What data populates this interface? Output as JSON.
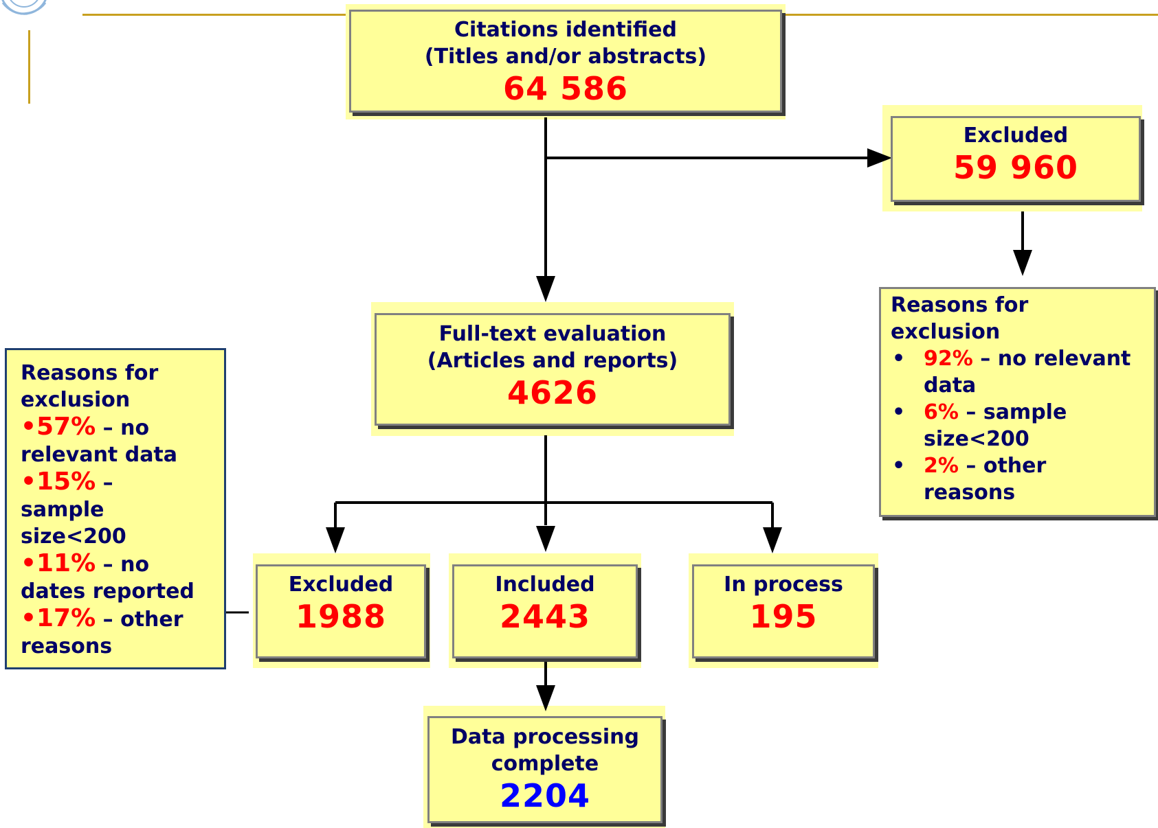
{
  "diagram": {
    "citations": {
      "title_line1": "Citations identified",
      "title_line2": "(Titles and/or abstracts)",
      "value": "64 586"
    },
    "excluded_top": {
      "title": "Excluded",
      "value": "59 960"
    },
    "right_reasons": {
      "heading": "Reasons for exclusion",
      "bullet": "•",
      "items": [
        {
          "pct": "92%",
          "text": "– no relevant data"
        },
        {
          "pct": "6%",
          "text": "– sample size<200"
        },
        {
          "pct": "2%",
          "text": "– other reasons"
        }
      ]
    },
    "fulltext": {
      "title_line1": "Full-text evaluation",
      "title_line2": "(Articles and reports)",
      "value": "4626"
    },
    "excluded_bottom": {
      "title": "Excluded",
      "value": "1988"
    },
    "included": {
      "title": "Included",
      "value": "2443"
    },
    "in_process": {
      "title": "In process",
      "value": "195"
    },
    "data_processing": {
      "title_line1": "Data processing",
      "title_line2": "complete",
      "value": "2204"
    },
    "left_reasons": {
      "heading": "Reasons for exclusion",
      "items": [
        {
          "pct": "•57%",
          "text": "– no relevant data"
        },
        {
          "pct": "•15%",
          "text": "– sample size<200"
        },
        {
          "pct": "•11%",
          "text": "– no dates reported"
        },
        {
          "pct": "•17%",
          "text": "– other reasons"
        }
      ]
    }
  },
  "colors": {
    "box_fill": "#ffff99",
    "label_text": "#000066",
    "value_red": "#ff0000",
    "value_blue": "#0000ff",
    "accent_gold": "#c8a020"
  },
  "icons": {
    "logo": "un-emblem-icon"
  }
}
